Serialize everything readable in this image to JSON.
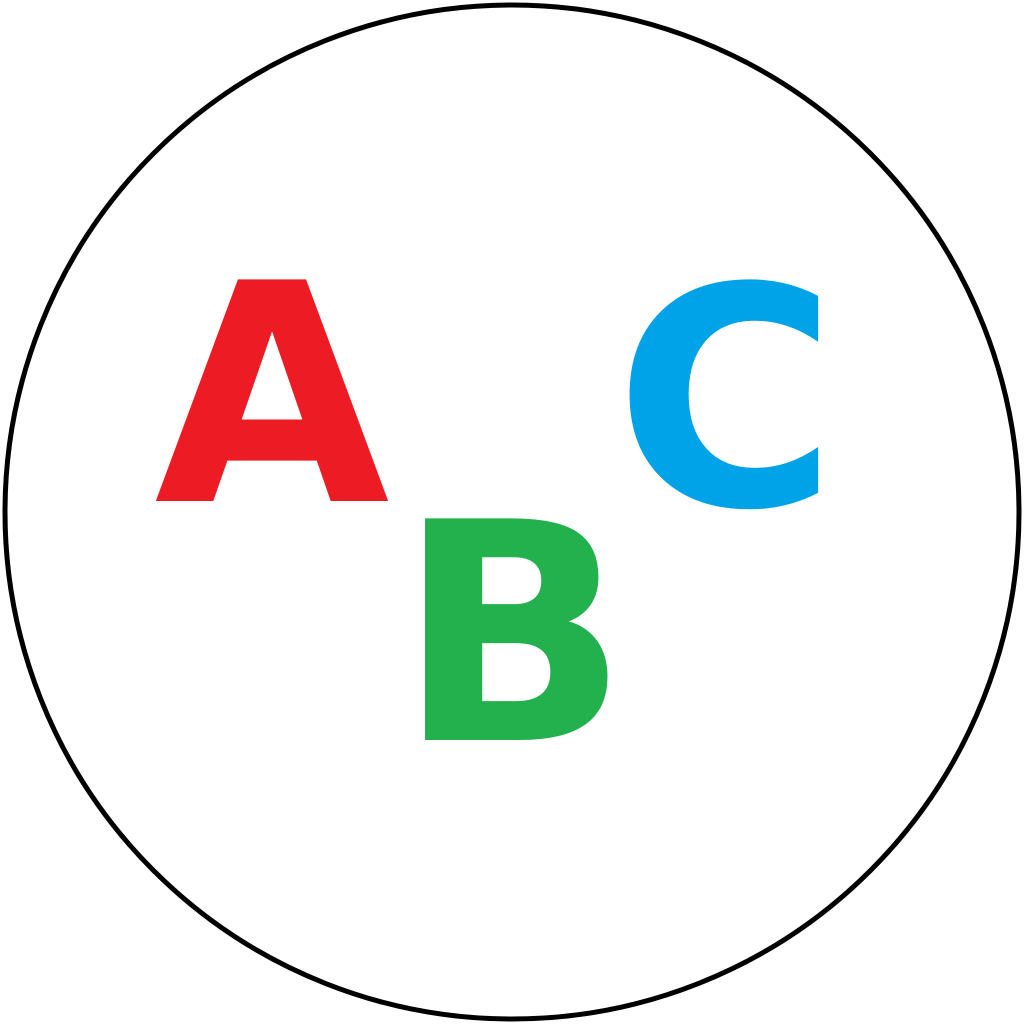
{
  "circle": {
    "stroke_color": "#000000",
    "fill_color": "#ffffff"
  },
  "letters": [
    {
      "text": "A",
      "color": "#ed1c24"
    },
    {
      "text": "B",
      "color": "#22b14c"
    },
    {
      "text": "C",
      "color": "#00a2e8"
    }
  ]
}
